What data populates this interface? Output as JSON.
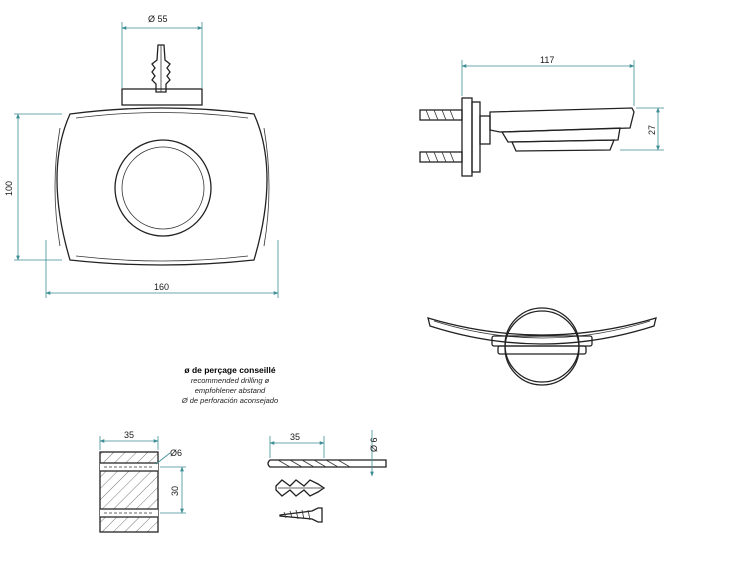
{
  "dimensions": {
    "top_diameter": "Ø 55",
    "front_height": "100",
    "front_width": "160",
    "side_width": "117",
    "side_depth": "27",
    "block_width": "35",
    "block_hole": "Ø6",
    "block_spacing": "30",
    "drill_length": "35",
    "drill_diameter": "Ø 6"
  },
  "drilling_note": {
    "fr": "ø de perçage conseillé",
    "en": "recommended drilling ø",
    "de": "empfohlener abstand",
    "es": "Ø de perforación aconsejado"
  },
  "colors": {
    "dimension_line": "#3d8e96",
    "outline": "#222222"
  }
}
